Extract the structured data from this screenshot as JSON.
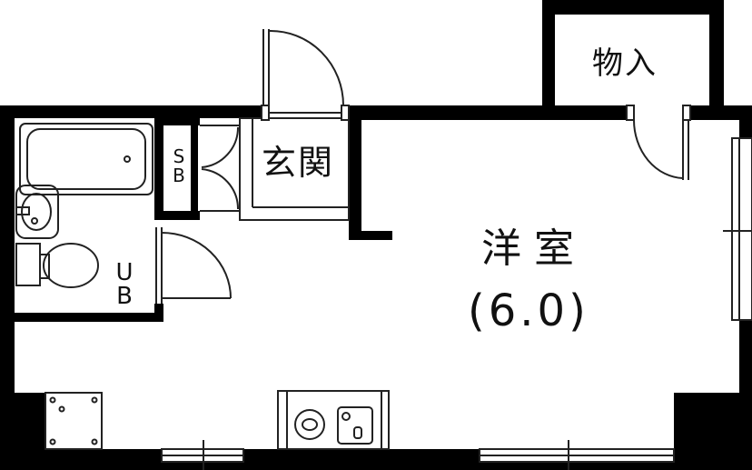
{
  "rooms": {
    "storage": "物入",
    "entrance": "玄関",
    "western_room": "洋室",
    "western_room_size": "(6.0)",
    "shoe_box_top": "S",
    "shoe_box_bottom": "B",
    "unit_bath_top": "U",
    "unit_bath_bottom": "B"
  },
  "colors": {
    "wall": "#000000",
    "line": "#222222",
    "background": "#ffffff"
  }
}
